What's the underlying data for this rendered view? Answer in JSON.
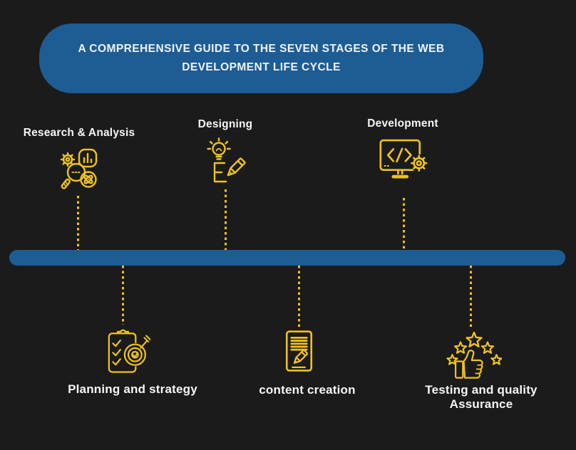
{
  "header": {
    "title_line1": "A COMPREHENSIVE GUIDE TO THE SEVEN STAGES OF THE WEB",
    "title_line2": "DEVELOPMENT LIFE CYCLE"
  },
  "colors": {
    "background": "#1b1b1b",
    "banner_blue": "#1e5c94",
    "timeline_blue": "#1e5c94",
    "icon_yellow": "#efc21d",
    "label_white": "#f6f6f6"
  },
  "top_stages": [
    {
      "label": "Research & Analysis",
      "icon": "research-analysis-icon"
    },
    {
      "label": "Designing",
      "icon": "designing-icon"
    },
    {
      "label": "Development",
      "icon": "development-icon"
    }
  ],
  "bottom_stages": [
    {
      "label": "Planning and strategy",
      "icon": "planning-strategy-icon"
    },
    {
      "label": "content creation",
      "icon": "content-creation-icon"
    },
    {
      "label": "Testing and quality Assurance",
      "icon": "testing-qa-icon"
    }
  ]
}
